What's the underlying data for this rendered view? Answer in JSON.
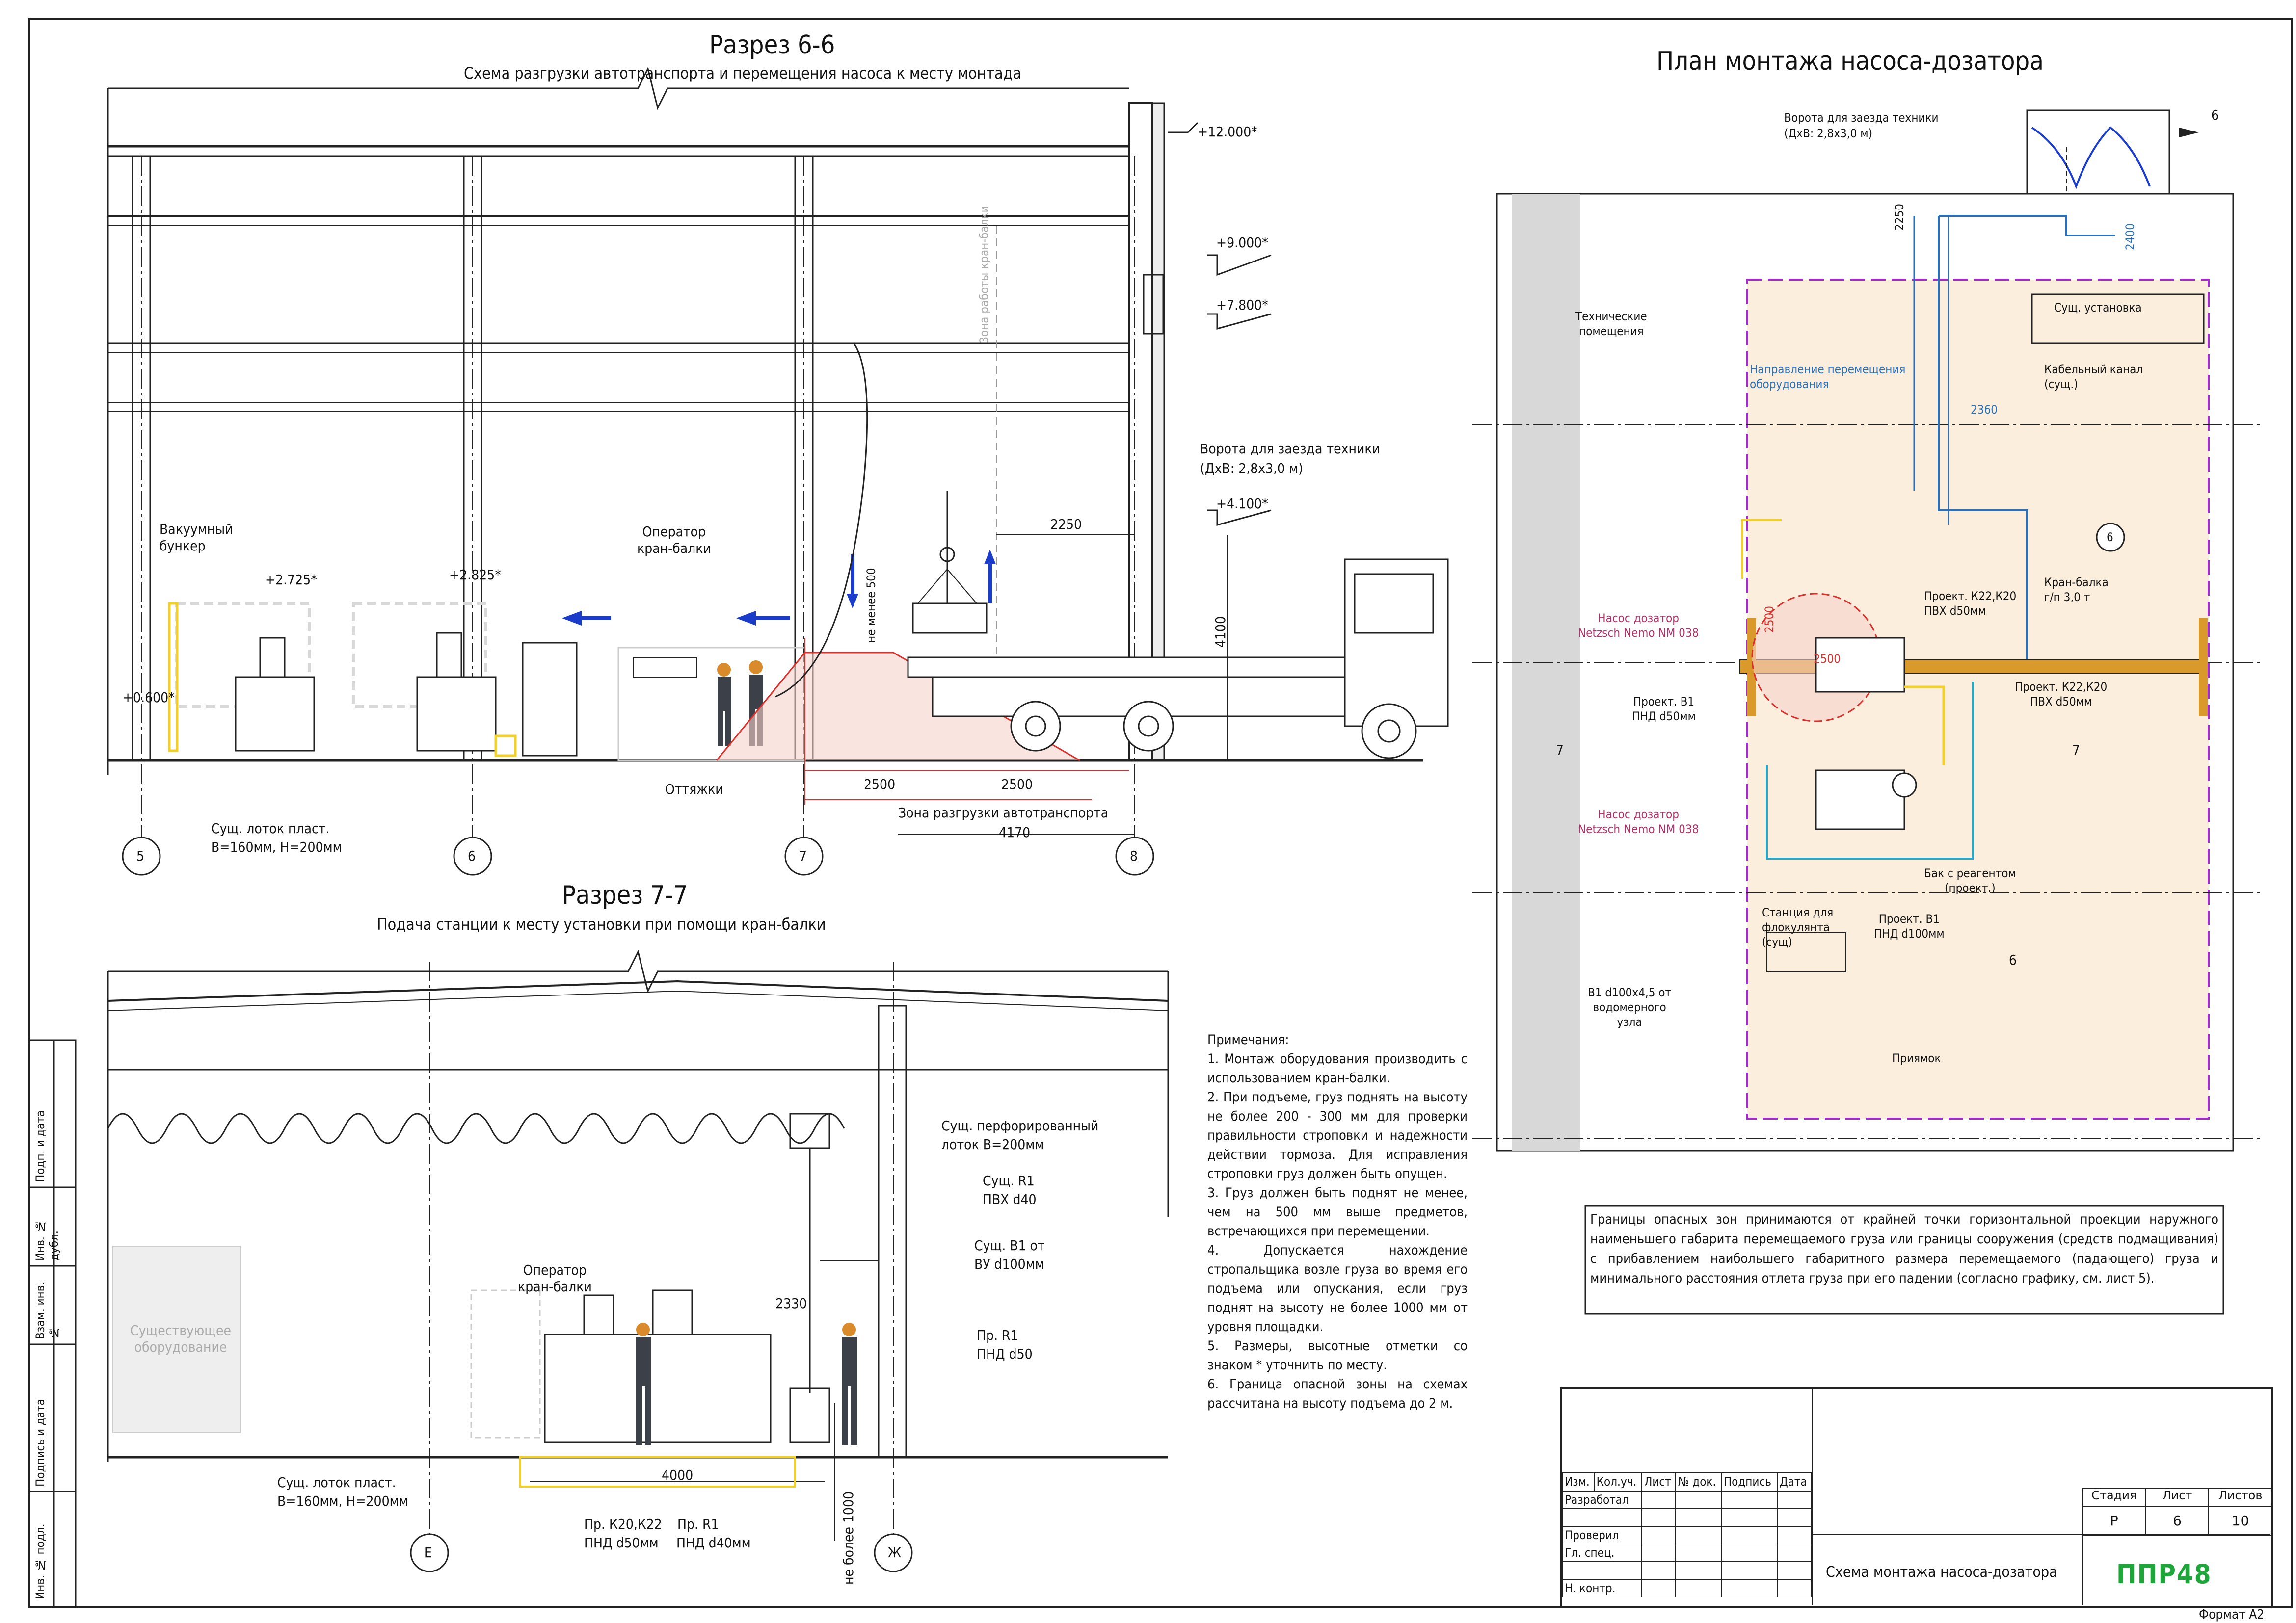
{
  "section66": {
    "title": "Разрез 6-6",
    "subtitle": "Схема разгрузки автотранспорта и перемещения насоса к месту монтада",
    "elev_12": "+12.000*",
    "elev_9": "+9.000*",
    "elev_78": "+7.800*",
    "elev_41": "+4.100*",
    "elev_2725": "+2.725*",
    "elev_2825": "+2.825*",
    "elev_06": "+0.600*",
    "gate": "Ворота для заезда техники",
    "gate_size": "(ДхВ: 2,8х3,0 м)",
    "bunker": "Вакуумный\nбункер",
    "operator": "Оператор\nкран-балки",
    "crane_zone": "Зона работы кран-балки",
    "min500": "не менее 500",
    "dim_2250": "2250",
    "dim_4100": "4100",
    "guys": "Оттяжки",
    "tray": "Сущ. лоток пласт.",
    "tray_size": "В=160мм, Н=200мм",
    "dim_2500a": "2500",
    "dim_2500b": "2500",
    "unload_zone": "Зона разгрузки автотранспорта",
    "dim_4170": "4170",
    "axes": [
      "5",
      "6",
      "7",
      "8"
    ]
  },
  "section77": {
    "title": "Разрез 7-7",
    "subtitle": "Подача станции к месту установки при помощи кран-балки",
    "perforated": "Сущ. перфорированный",
    "perforated2": "лоток В=200мм",
    "r1": "Сущ. R1",
    "r1b": "ПВХ d40",
    "b1": "Сущ. В1 от",
    "b1b": "ВУ d100мм",
    "pr_r1": "Пр. R1",
    "pr_r1b": "ПНД d50",
    "operator": "Оператор\nкран-балки",
    "existing": "Существующее\nоборудование",
    "dim_2330": "2330",
    "dim_4000": "4000",
    "tray": "Сущ. лоток пласт.",
    "tray_size": "В=160мм, Н=200мм",
    "pipes1": "Пр. К20,К22",
    "pipes1b": "ПНД d50мм",
    "pipes2": "Пр. R1",
    "pipes2b": "ПНД d40мм",
    "max1000": "не более 1000",
    "axes": [
      "Е",
      "Ж"
    ]
  },
  "plan": {
    "title": "План монтажа насоса-дозатора",
    "gate": "Ворота для заезда техники",
    "gate_size": "(ДхВ: 2,8х3,0 м)",
    "tech_rooms": "Технические\nпомещения",
    "exist_install": "Сущ. установка",
    "direction": "Направление перемещения\nоборудования",
    "cable": "Кабельный канал\n(сущ.)",
    "pump1": "Насос дозатор\nNetzsch Nemo NM 038",
    "pump2": "Насос дозатор\nNetzsch Nemo NM 038",
    "k22a": "Проект. К22,К20\nПВХ d50мм",
    "k22b": "Проект. К22,К20\nПВХ d50мм",
    "crane": "Кран-балка\nг/п 3,0 т",
    "b1a": "Проект. В1\nПНД d50мм",
    "tank": "Бак с реагентом\n(проект.)",
    "station": "Станция для\nфлокулянта\n(сущ)",
    "b1b": "Проект. В1\nПНД d100мм",
    "b1in": "В1 d100х4,5 от\nводомерного\nузла",
    "pit": "Приямок",
    "dim_2250": "2250",
    "dim_2400": "2400",
    "dim_2360": "2360",
    "dim_2500a": "2500",
    "dim_2500b": "2500",
    "cut6": "6",
    "cut7": "7",
    "axis6": "6"
  },
  "notes": {
    "heading": "Примечания:",
    "items": [
      "1. Монтаж оборудования производить с использованием кран-балки.",
      "2. При подъеме, груз поднять на высоту не более 200 - 300 мм для проверки правильности строповки и надежности действии тормоза. Для исправления строповки груз должен быть опущен.",
      "3. Груз должен быть поднят не менее, чем на 500 мм выше предметов, встречающихся при перемещении.",
      "4. Допускается нахождение стропальщика возле груза во время его подъема или опускания, если груз поднят на высоту не более 1000 мм от уровня площадки.",
      "5. Размеры, высотные отметки со знаком * уточнить по месту.",
      "6. Граница опасной зоны на схемах рассчитана на высоту подъема до 2 м."
    ]
  },
  "danger_note": "Границы опасных зон принимаются от крайней точки горизонтальной проекции наружного наименьшего габарита перемещаемого груза или границы сооружения (средств подмащивания) с прибавлением наибольшего габаритного размера перемещаемого (падающего) груза и минимального расстояния отлета груза при его падении (согласно графику, см. лист 5).",
  "stamp": {
    "cols": [
      "Изм.",
      "Кол.уч.",
      "Лист",
      "№ док.",
      "Подпись",
      "Дата"
    ],
    "rows": [
      "Разработал",
      "Проверил",
      "Гл. спец.",
      "Н. контр."
    ],
    "stage_h": "Стадия",
    "sheet_h": "Лист",
    "sheets_h": "Листов",
    "stage": "Р",
    "sheet": "6",
    "sheets": "10",
    "title": "Схема монтажа насоса-дозатора",
    "logo": "ППР48",
    "format": "Формат А2"
  },
  "side_stamp": [
    "Подп. и дата",
    "Инв. № дубл.",
    "Взам. инв. №",
    "Подпись и дата",
    "Инв. № подл."
  ],
  "colors": {
    "blue": "#2a6fb8",
    "pink": "#b0306a",
    "yellow": "#f2d02a",
    "orange": "#d99a2b",
    "red": "#d9302c",
    "cyan": "#29a7c9",
    "purple": "#a42cc9",
    "zone": "#fbeedd",
    "grey": "#d8d8d8"
  }
}
